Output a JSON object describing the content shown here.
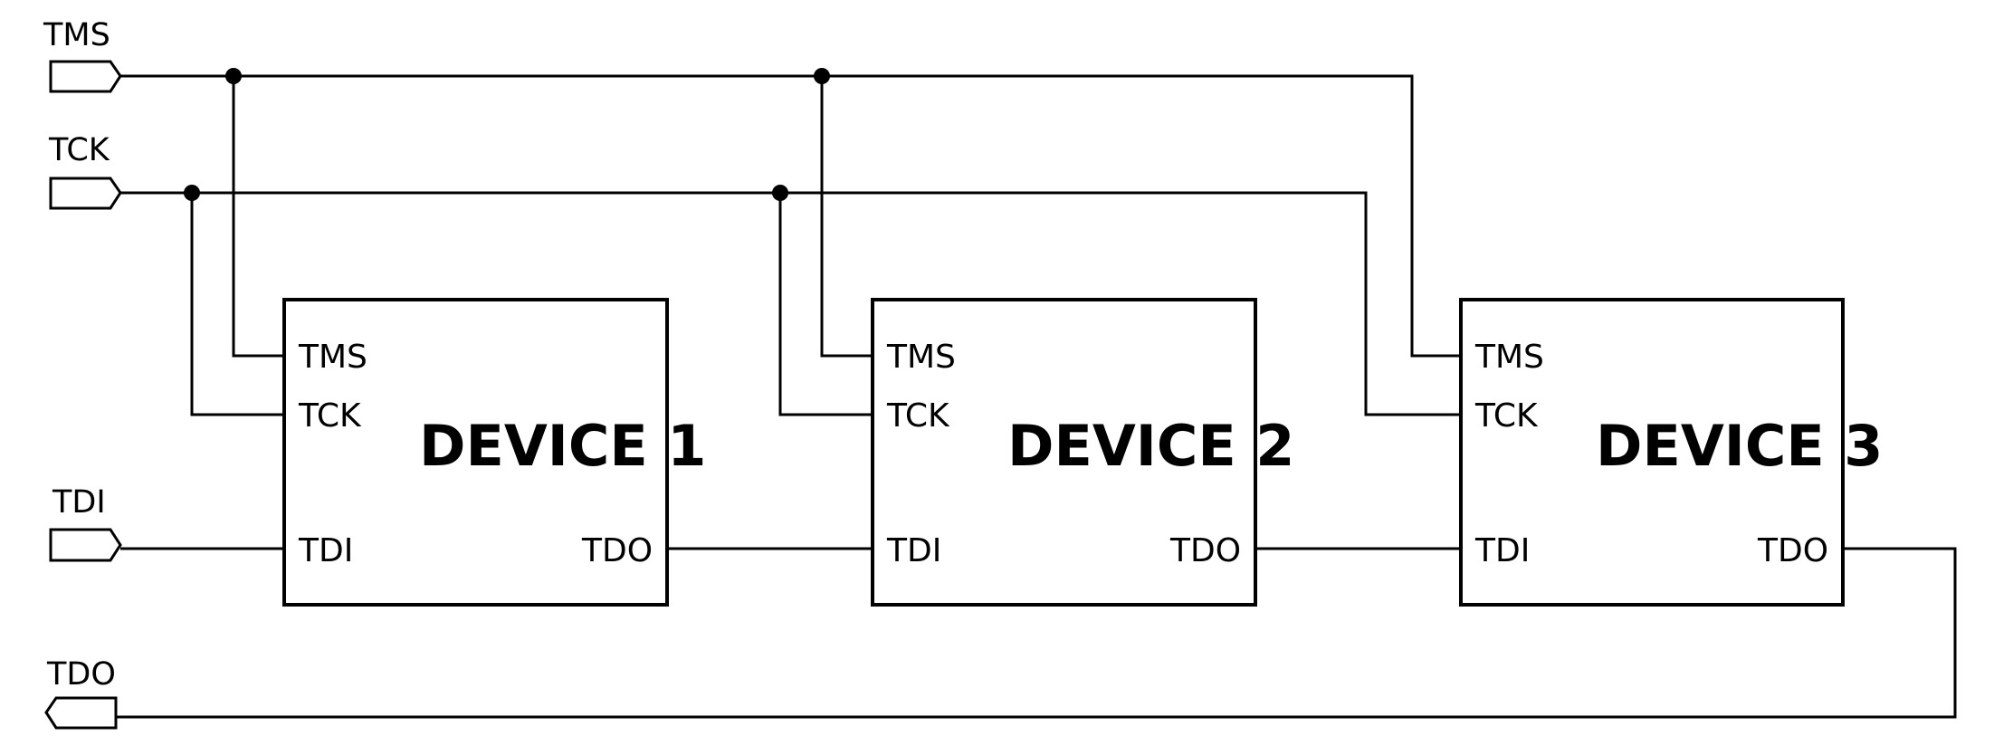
{
  "signals": {
    "tms": "TMS",
    "tck": "TCK",
    "tdi": "TDI",
    "tdo": "TDO"
  },
  "devices": [
    {
      "title": "DEVICE 1",
      "pins": {
        "tms": "TMS",
        "tck": "TCK",
        "tdi": "TDI",
        "tdo": "TDO"
      }
    },
    {
      "title": "DEVICE 2",
      "pins": {
        "tms": "TMS",
        "tck": "TCK",
        "tdi": "TDI",
        "tdo": "TDO"
      }
    },
    {
      "title": "DEVICE 3",
      "pins": {
        "tms": "TMS",
        "tck": "TCK",
        "tdi": "TDI",
        "tdo": "TDO"
      }
    }
  ]
}
